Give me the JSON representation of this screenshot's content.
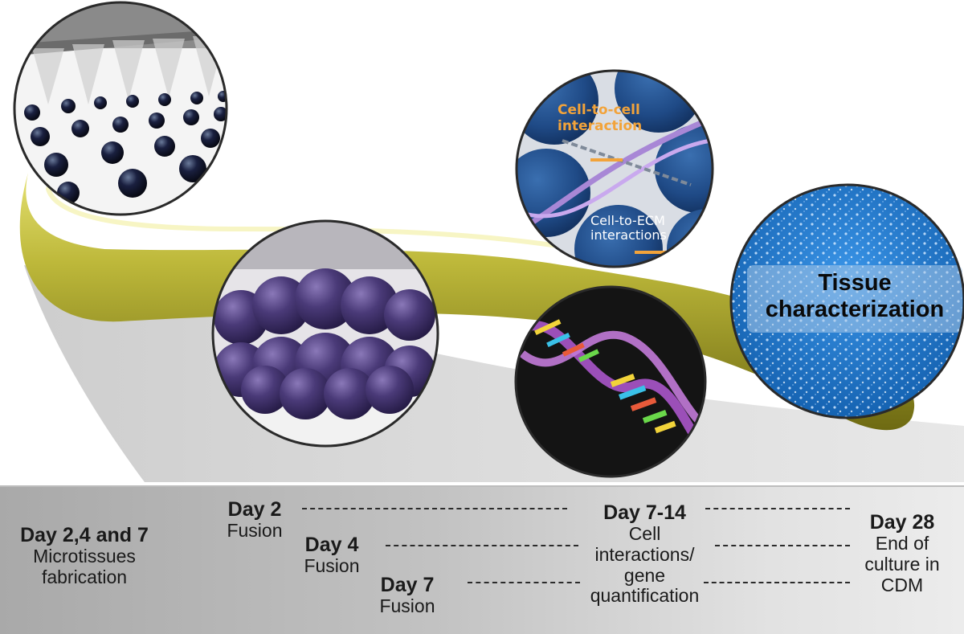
{
  "scene": {
    "cell_to_cell_label": "Cell-to-cell interaction",
    "cell_to_cell_line1": "Cell-to-cell",
    "cell_to_cell_line2": "interaction",
    "cell_to_ecm_line1": "Cell-to-ECM",
    "cell_to_ecm_line2": "interactions",
    "tissue_line1": "Tissue",
    "tissue_line2": "characterization",
    "colors": {
      "tube": "#b9b533",
      "microtissue": "#4a3a78",
      "label_orange": "#f2a33a",
      "tissue_blue": "#1e73c8"
    }
  },
  "timeline": {
    "fabrication_title": "Day 2,4 and 7",
    "fabrication_line1": "Microtissues",
    "fabrication_line2": "fabrication",
    "day2_title": "Day 2",
    "day2_sub": "Fusion",
    "day4_title": "Day 4",
    "day4_sub": "Fusion",
    "day7_title": "Day 7",
    "day7_sub": "Fusion",
    "day714_title": "Day 7-14",
    "day714_line1": "Cell",
    "day714_line2": "interactions/",
    "day714_line3": "gene",
    "day714_line4": "quantification",
    "day28_title": "Day 28",
    "day28_line1": "End of",
    "day28_line2": "culture in",
    "day28_line3": "CDM"
  }
}
